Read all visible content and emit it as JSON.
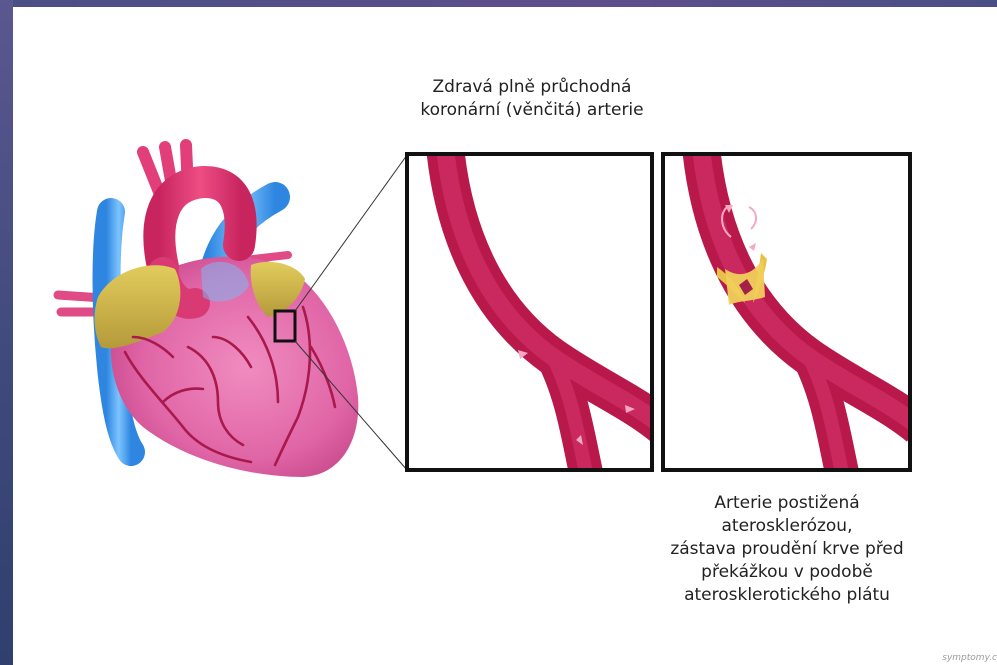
{
  "captions": {
    "healthy": {
      "line1": "Zdravá plně průchodná",
      "line2": "koronární (věnčitá) arterie"
    },
    "affected": {
      "line1": "Arterie postižená",
      "line2": "aterosklerózou,",
      "line3": "zástava proudění krve před",
      "line4": "překážkou v podobě",
      "line5": "aterosklerotického plátu"
    }
  },
  "watermark": "symptomy.c",
  "colors": {
    "heart": "#d9609c",
    "artery": "#b8184a",
    "artery_inner": "#a51447",
    "plaque": "#e8c248",
    "vein_blue": "#4aa3f0",
    "fat_yellow": "#c9b24a",
    "frame": "#4a4f86"
  }
}
